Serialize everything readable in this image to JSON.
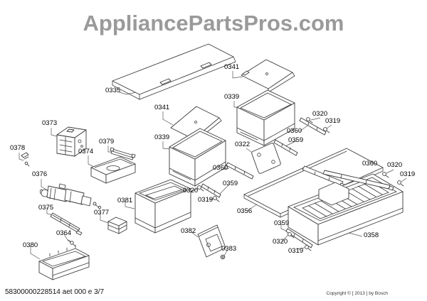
{
  "watermark": "AppliancePartsPros.com",
  "footer": {
    "doc_number": "58300000228514 aet 000 e 3/7",
    "copyright": "Copyright © [ 2013 ] by Bosch"
  },
  "colors": {
    "background": "#ffffff",
    "line": "#3a3a3a",
    "watermark": "#9a9a9a",
    "label": "#000000"
  },
  "callouts": [
    {
      "label": "0335"
    },
    {
      "label": "0341"
    },
    {
      "label": "0339"
    },
    {
      "label": "0320"
    },
    {
      "label": "0319"
    },
    {
      "label": "0341"
    },
    {
      "label": "0360"
    },
    {
      "label": "0359"
    },
    {
      "label": "0339"
    },
    {
      "label": "0373"
    },
    {
      "label": "0322"
    },
    {
      "label": "0378"
    },
    {
      "label": "0379"
    },
    {
      "label": "0374"
    },
    {
      "label": "0376"
    },
    {
      "label": "0360"
    },
    {
      "label": "0360"
    },
    {
      "label": "0320"
    },
    {
      "label": "0319"
    },
    {
      "label": "0359"
    },
    {
      "label": "0320"
    },
    {
      "label": "0319"
    },
    {
      "label": "0375"
    },
    {
      "label": "0381"
    },
    {
      "label": "0377"
    },
    {
      "label": "0356"
    },
    {
      "label": "0364"
    },
    {
      "label": "0382"
    },
    {
      "label": "0380"
    },
    {
      "label": "0383"
    },
    {
      "label": "0359"
    },
    {
      "label": "0320"
    },
    {
      "label": "0319"
    },
    {
      "label": "0358"
    }
  ]
}
